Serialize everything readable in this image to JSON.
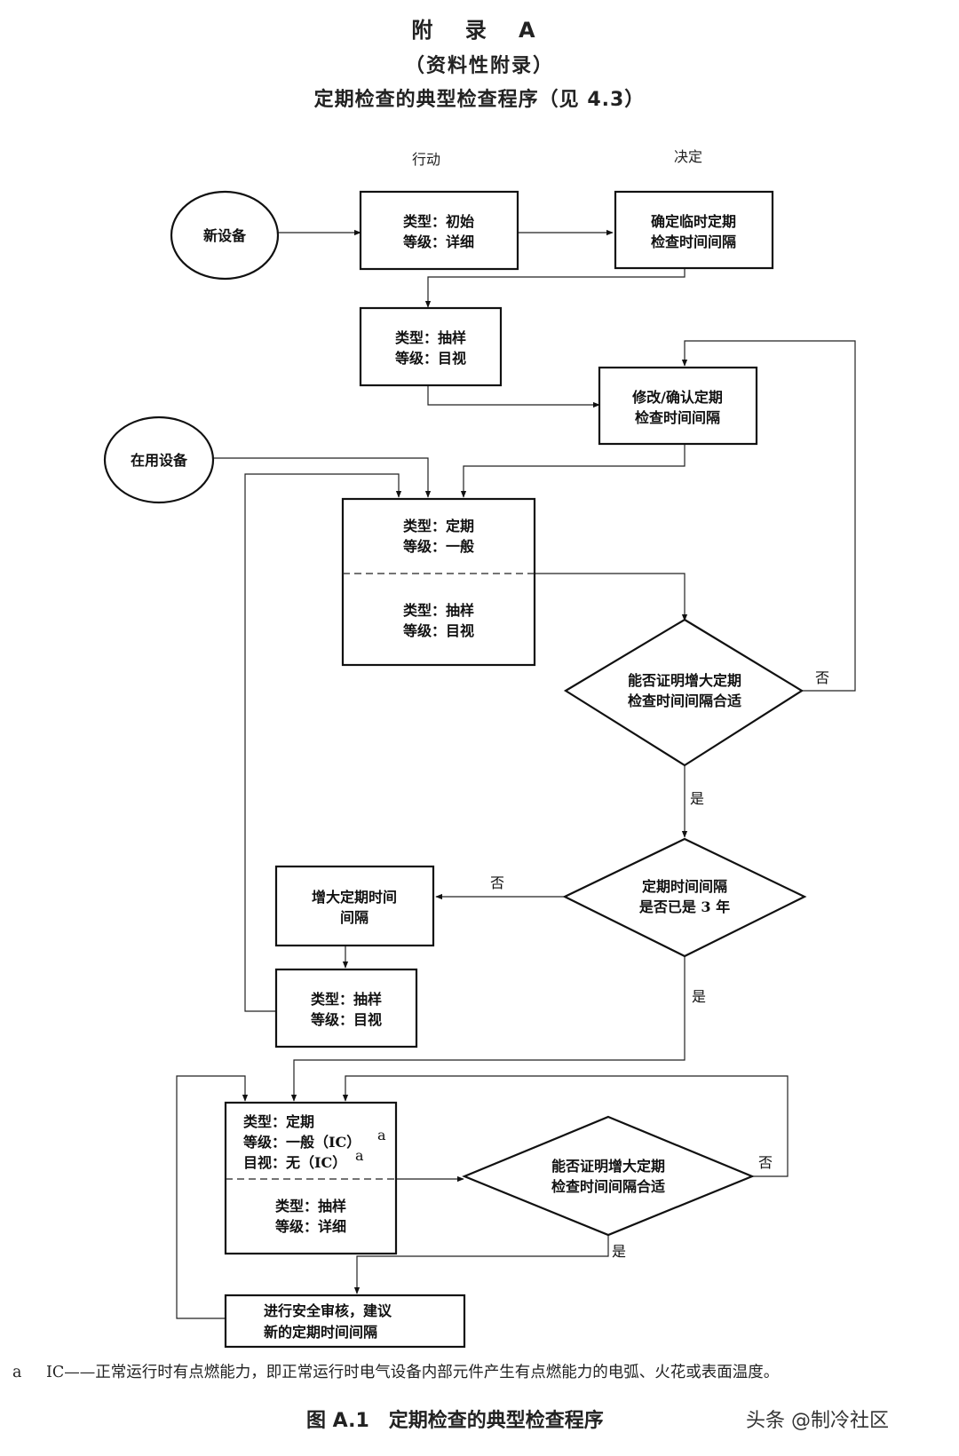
{
  "header": {
    "appendix": "附 录 A",
    "nature": "（资料性附录）",
    "title": "定期检查的典型检查程序（见 4.3）"
  },
  "columns": {
    "action": "行动",
    "decision": "决定"
  },
  "nodes": {
    "new_equipment": "新设备",
    "in_use_equipment": "在用设备",
    "initial_box": {
      "line1": "类型：初始",
      "line2": "等级：详细"
    },
    "interim_interval": {
      "line1": "确定临时定期",
      "line2": "检查时间间隔"
    },
    "sample_visual_1": {
      "line1": "类型：抽样",
      "line2": "等级：目视"
    },
    "modify_confirm": {
      "line1": "修改/确认定期",
      "line2": "检查时间间隔"
    },
    "periodic_general": {
      "line1": "类型：定期",
      "line2": "等级：一般",
      "line3": "类型：抽样",
      "line4": "等级：目视"
    },
    "decision_justify_1": {
      "line1": "能否证明增大定期",
      "line2": "检查时间间隔合适"
    },
    "decision_three_years": {
      "line1": "定期时间间隔",
      "line2": "是否已是 3 年"
    },
    "increase_interval": {
      "line1": "增大定期时间",
      "line2": "间隔"
    },
    "sample_visual_2": {
      "line1": "类型：抽样",
      "line2": "等级：目视"
    },
    "periodic_ic": {
      "line1": "类型：定期",
      "line2": "等级：一般（IC）",
      "line3": "目视：无（IC）",
      "line4": "类型：抽样",
      "line5": "等级：详细",
      "sup": "a"
    },
    "decision_justify_2": {
      "line1": "能否证明增大定期",
      "line2": "检查时间间隔合适"
    },
    "safety_review": {
      "line1": "进行安全审核，建议",
      "line2": "新的定期时间间隔"
    }
  },
  "labels": {
    "no": "否",
    "yes": "是"
  },
  "footnote": {
    "marker": "a",
    "text": "IC——正常运行时有点燃能力，即正常运行时电气设备内部元件产生有点燃能力的电弧、火花或表面温度。"
  },
  "caption": "图 A.1　定期检查的典型检查程序",
  "watermark": "头条 @制冷社区"
}
